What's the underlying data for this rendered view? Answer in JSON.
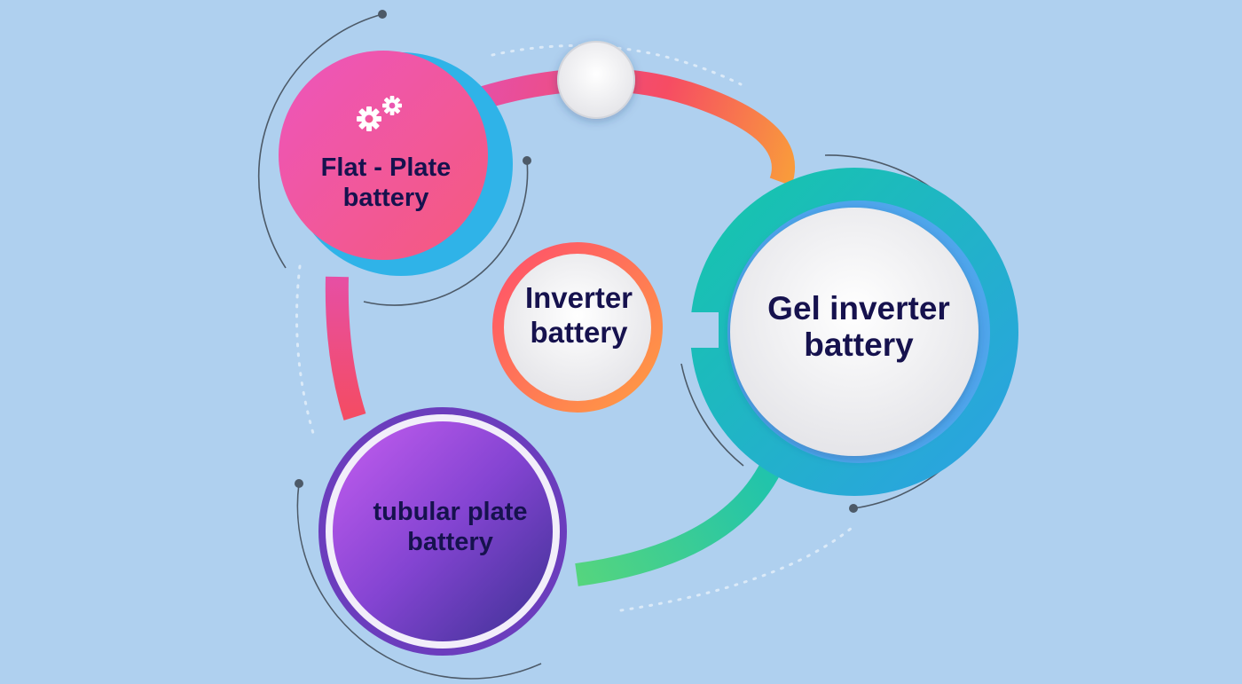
{
  "nodes": {
    "center": {
      "line1": "Inverter",
      "line2": "battery"
    },
    "flat_plate": {
      "line1": "Flat - Plate",
      "line2": "battery",
      "icon": "gears-icon"
    },
    "gel": {
      "line1": "Gel inverter",
      "line2": "battery"
    },
    "tubular": {
      "line1": "tubular plate",
      "line2": "battery"
    }
  },
  "colors": {
    "background": "#afd0ef",
    "text": "#16124e",
    "pink": "#e9559f",
    "blue": "#2fb3e8",
    "red": "#f24d6a",
    "orange": "#f9a03f",
    "teal": "#1fc3b2",
    "green": "#4dd486",
    "purple": "#8e4ad8"
  }
}
